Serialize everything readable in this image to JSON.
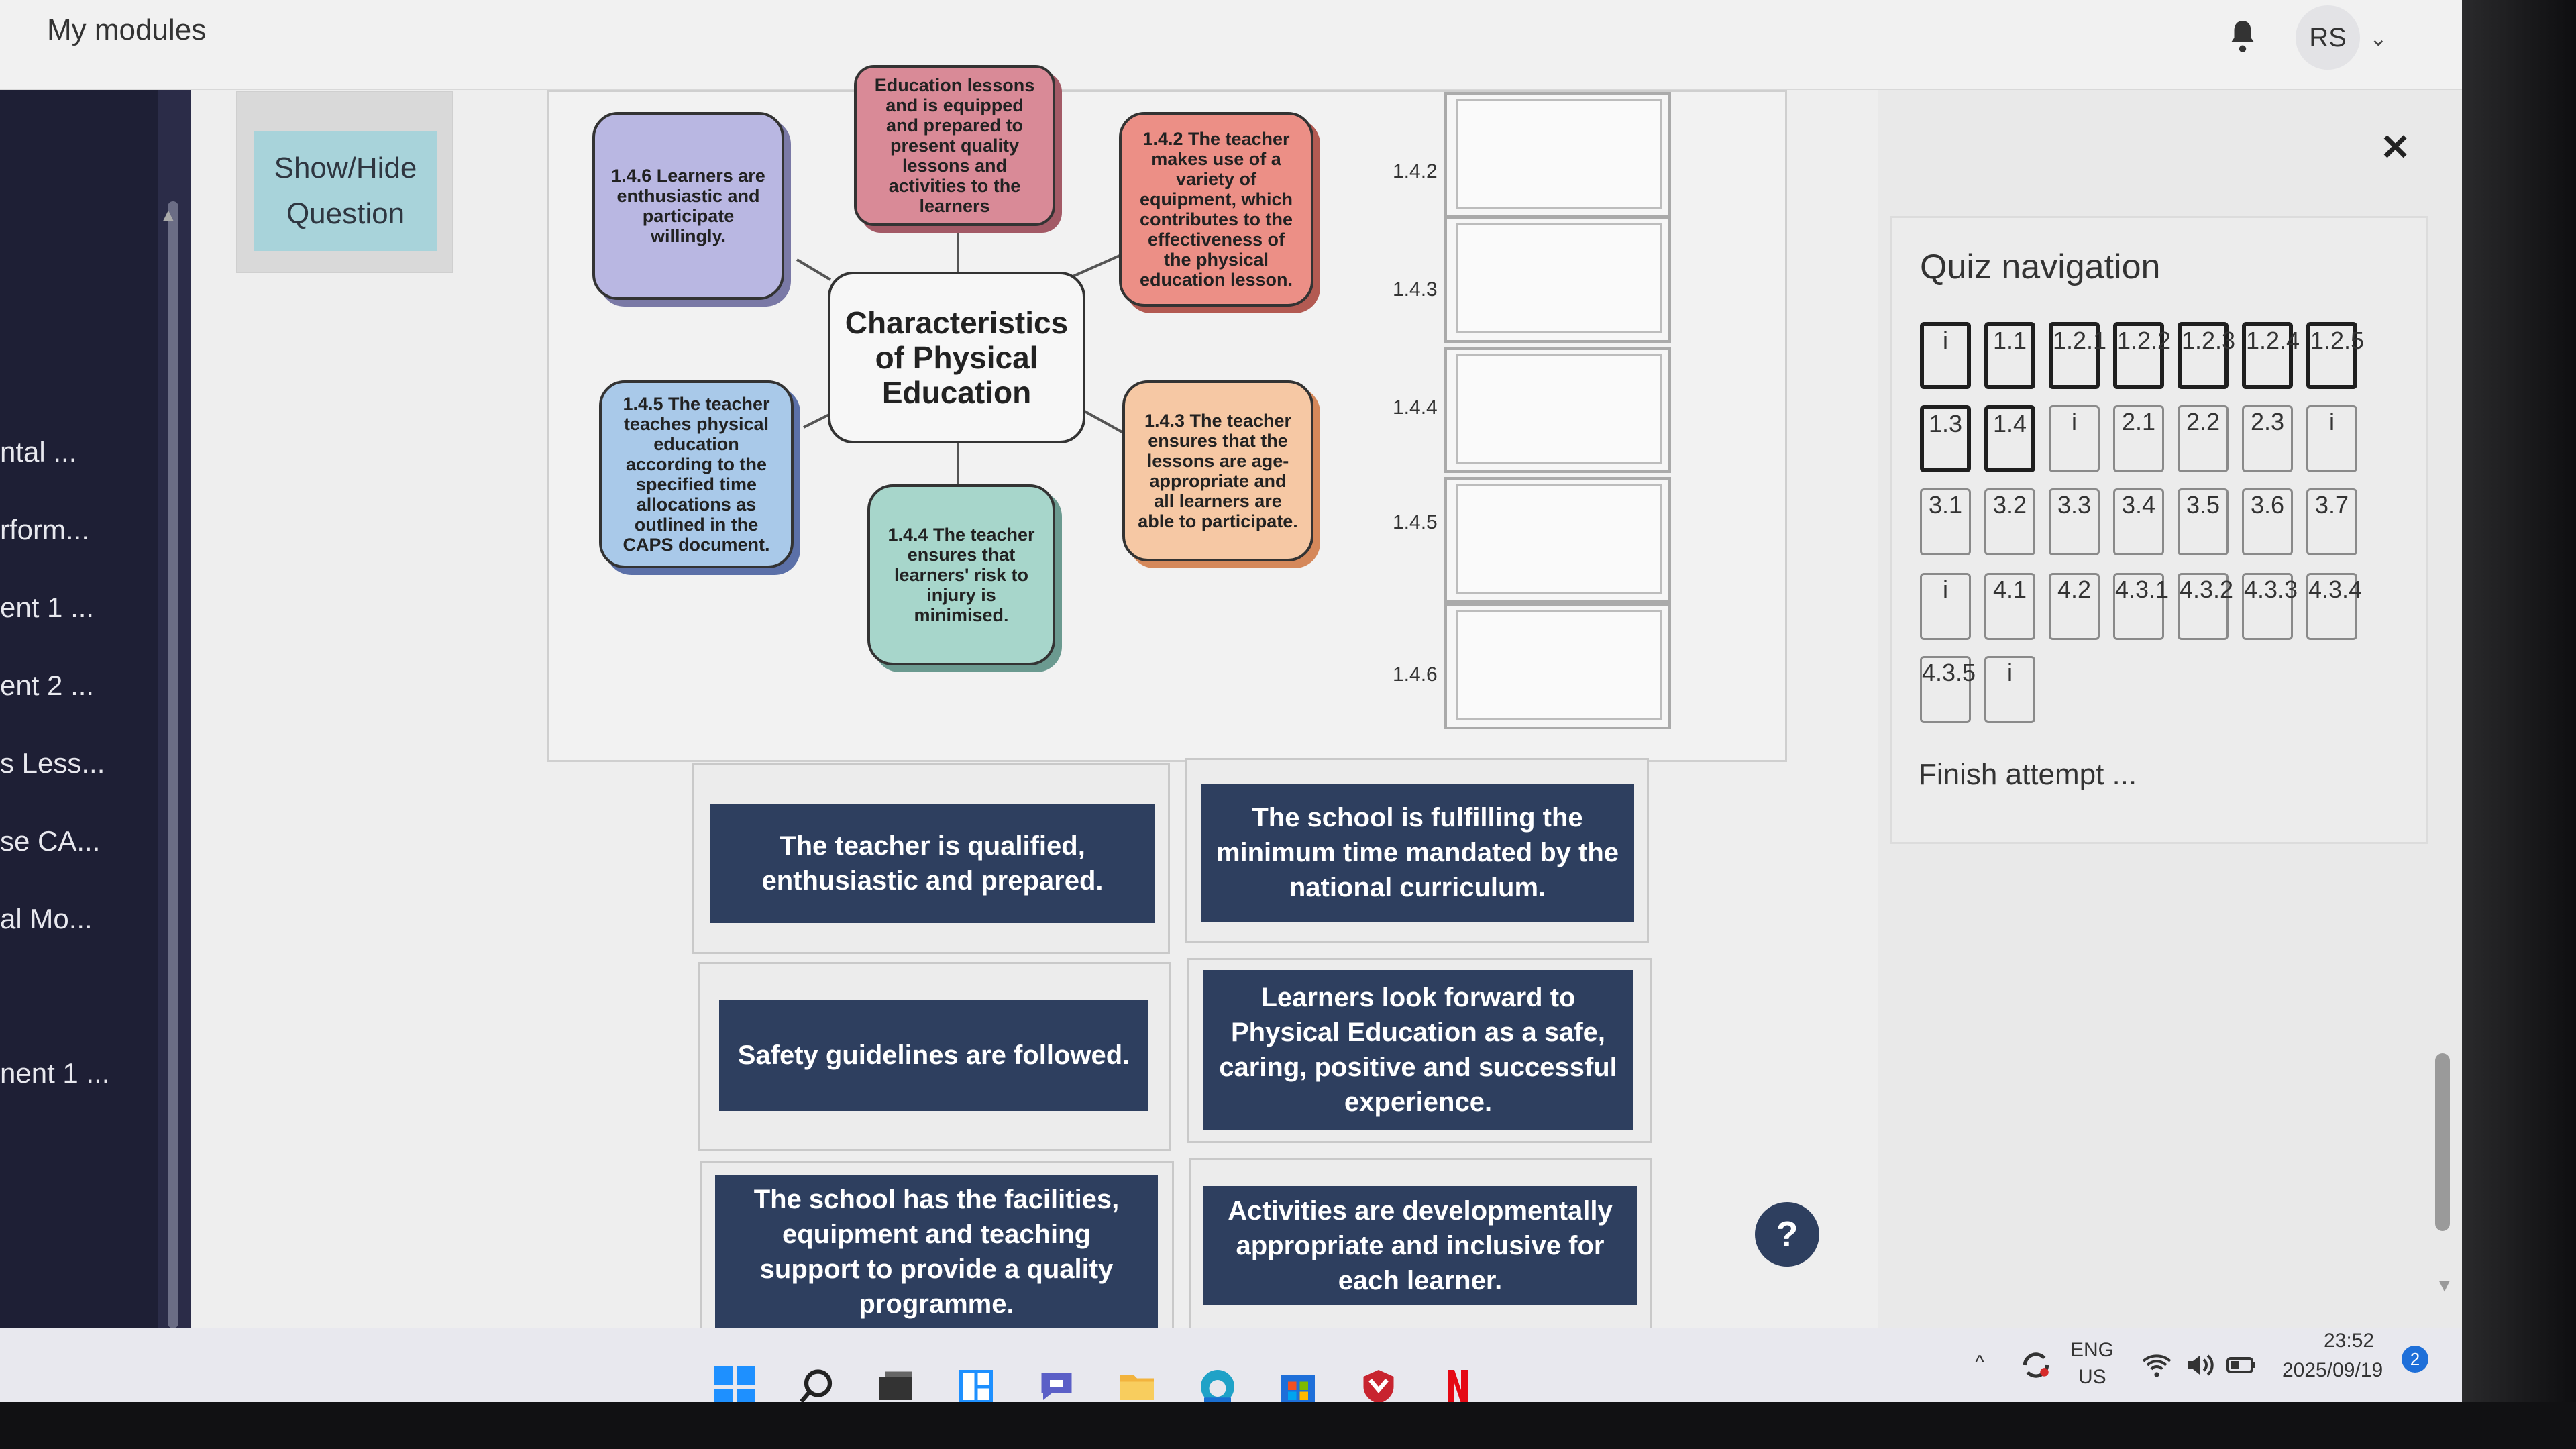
{
  "topbar": {
    "title": "My modules",
    "avatar_initials": "RS"
  },
  "sidebar": {
    "items": [
      "ntal ...",
      "rform...",
      "ent 1 ...",
      "ent 2 ...",
      "s Less...",
      "se CA...",
      "al Mo...",
      "nent 1 ..."
    ]
  },
  "show_hide": {
    "label_line1": "Show/Hide",
    "label_line2": "Question"
  },
  "diagram": {
    "center": "Characteristics of Physical Education",
    "b146": "1.4.6 Learners are enthusiastic and participate willingly.",
    "bedu": "Education lessons and is equipped and prepared to present quality lessons and activities to the learners",
    "b142": "1.4.2 The teacher makes use of a variety of equipment, which contributes to the effectiveness of the physical education lesson.",
    "b145": "1.4.5 The teacher teaches physical education according to the specified time allocations as outlined in the CAPS document.",
    "b143": "1.4.3 The teacher ensures that the lessons are age-appropriate and all learners are able to participate.",
    "b144": "1.4.4 The teacher ensures that learners' risk to injury is minimised.",
    "labels": [
      "1.4.2",
      "1.4.3",
      "1.4.4",
      "1.4.5",
      "1.4.6"
    ]
  },
  "answers": [
    "The teacher is qualified, enthusiastic and prepared.",
    "The school is fulfilling the minimum time mandated by the national curriculum.",
    "Safety guidelines are followed.",
    "Learners look forward to Physical Education as a safe, caring, positive and successful experience.",
    "The school has the facilities, equipment and teaching support to provide a quality programme.",
    "Activities are developmentally appropriate and inclusive for each learner."
  ],
  "help": "?",
  "quiz_nav": {
    "title": "Quiz navigation",
    "rows": [
      [
        "i",
        "1.1",
        "1.2.1",
        "1.2.2",
        "1.2.3",
        "1.2.4",
        "1.2.5"
      ],
      [
        "1.3",
        "1.4",
        "i",
        "2.1",
        "2.2",
        "2.3",
        "i"
      ],
      [
        "3.1",
        "3.2",
        "3.3",
        "3.4",
        "3.5",
        "3.6",
        "3.7"
      ],
      [
        "i",
        "4.1",
        "4.2",
        "4.3.1",
        "4.3.2",
        "4.3.3",
        "4.3.4"
      ],
      [
        "4.3.5",
        "i"
      ]
    ],
    "finish": "Finish attempt ..."
  },
  "tray": {
    "lang": "ENG",
    "region": "US",
    "time": "23:52",
    "date": "2025/09/19",
    "notif_count": "2"
  }
}
